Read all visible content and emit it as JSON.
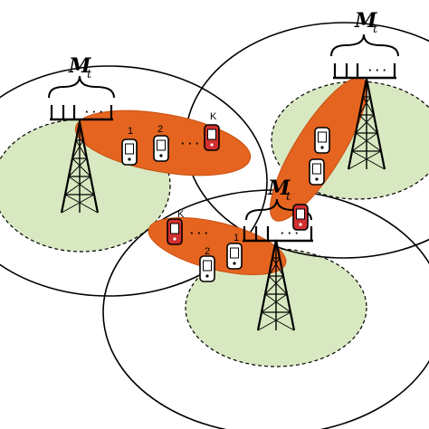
{
  "cells": [
    {
      "label_main": "M",
      "label_sub": "t",
      "antenna_dots": "· · ·",
      "beam_dots": "· · ·",
      "users": [
        {
          "label": "1",
          "color": "white"
        },
        {
          "label": "2",
          "color": "white"
        },
        {
          "label": "K",
          "color": "red"
        }
      ]
    },
    {
      "label_main": "M",
      "label_sub": "t",
      "antenna_dots": "· · ·",
      "users": [
        {
          "label": "",
          "color": "white"
        },
        {
          "label": "",
          "color": "white"
        },
        {
          "label": "",
          "color": "red"
        }
      ]
    },
    {
      "label_main": "M",
      "label_sub": "t",
      "antenna_dots": "· · ·",
      "beam_dots": "· · ·",
      "users": [
        {
          "label": "1",
          "color": "white"
        },
        {
          "label": "2",
          "color": "white"
        },
        {
          "label": "K",
          "color": "red"
        }
      ]
    }
  ],
  "colors": {
    "coverage_fill": "#d8e8c0",
    "beam": "#e46420",
    "beam_edge": "#c85010",
    "phone_red": "#d23030",
    "outline": "#000000"
  }
}
